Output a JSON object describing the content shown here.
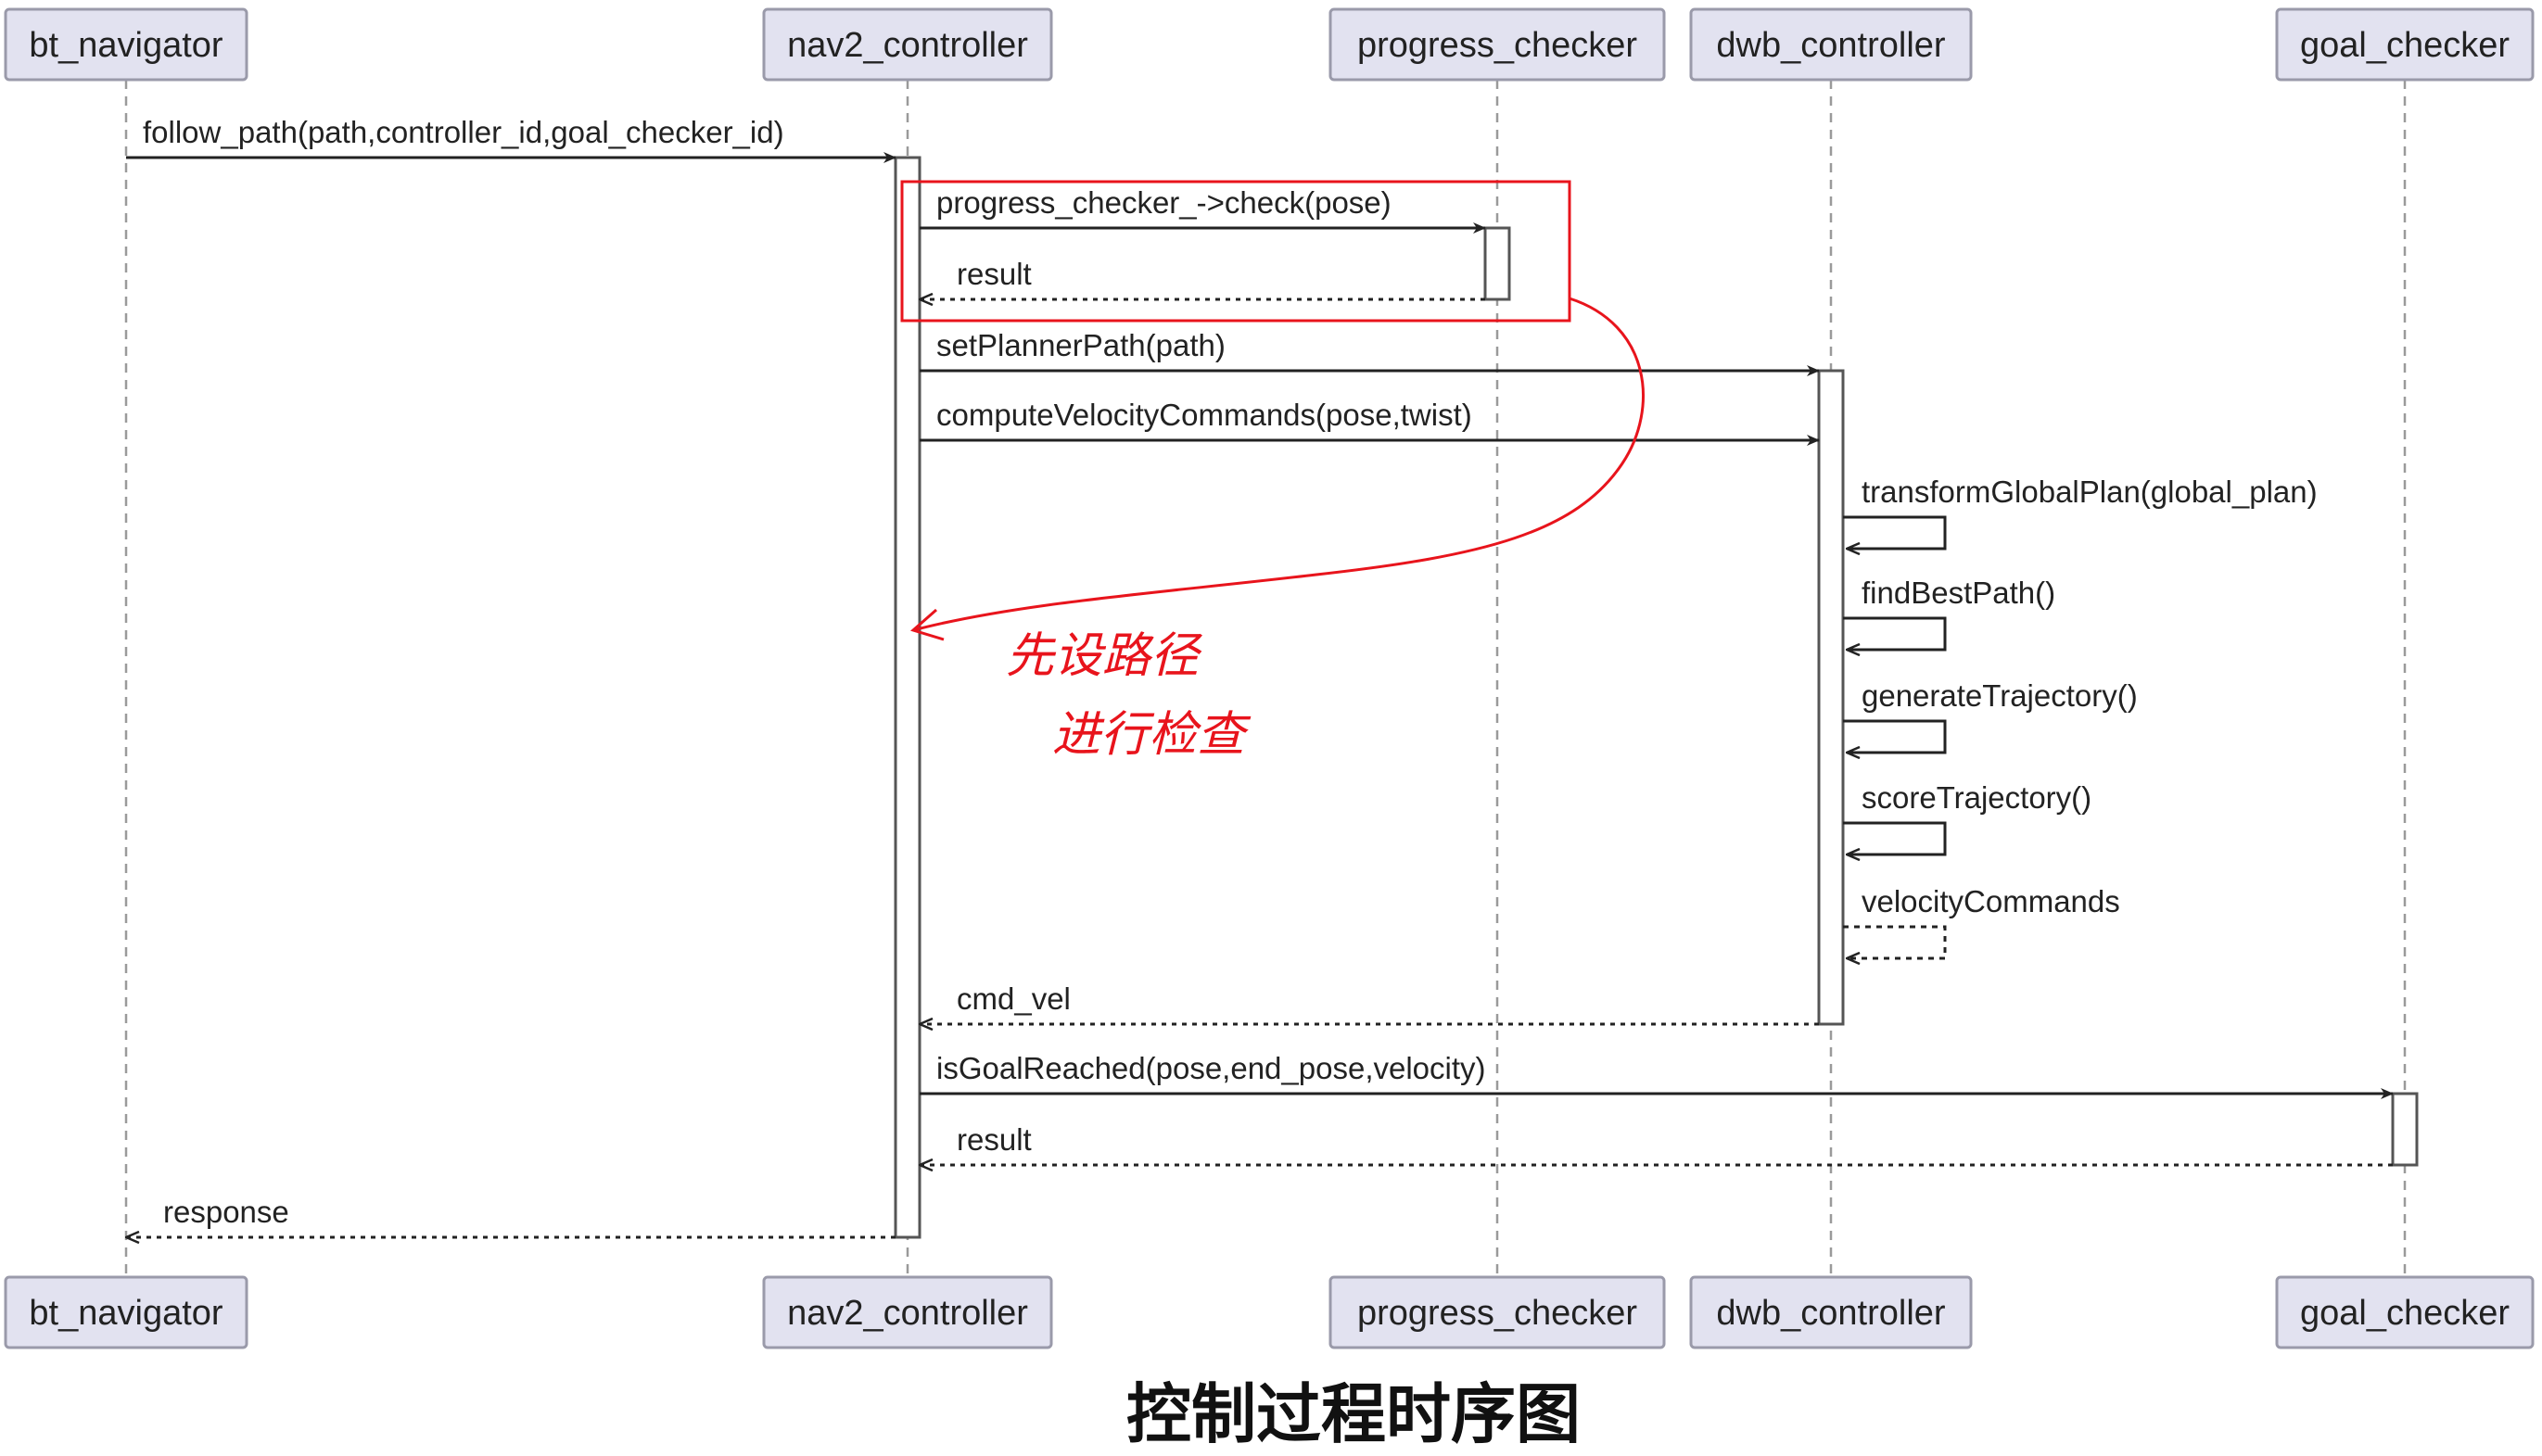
{
  "participants": [
    "bt_navigator",
    "nav2_controller",
    "progress_checker",
    "dwb_controller",
    "goal_checker"
  ],
  "messages": [
    {
      "from": 0,
      "to": 1,
      "label": "follow_path(path,controller_id,goal_checker_id)",
      "kind": "call"
    },
    {
      "from": 1,
      "to": 2,
      "label": "progress_checker_->check(pose)",
      "kind": "call"
    },
    {
      "from": 2,
      "to": 1,
      "label": "result",
      "kind": "return"
    },
    {
      "from": 1,
      "to": 3,
      "label": "setPlannerPath(path)",
      "kind": "call"
    },
    {
      "from": 1,
      "to": 3,
      "label": "computeVelocityCommands(pose,twist)",
      "kind": "call"
    },
    {
      "from": 3,
      "to": 3,
      "label": "transformGlobalPlan(global_plan)",
      "kind": "self"
    },
    {
      "from": 3,
      "to": 3,
      "label": "findBestPath()",
      "kind": "self"
    },
    {
      "from": 3,
      "to": 3,
      "label": "generateTrajectory()",
      "kind": "self"
    },
    {
      "from": 3,
      "to": 3,
      "label": "scoreTrajectory()",
      "kind": "self-return"
    },
    {
      "from": 3,
      "to": 3,
      "label": "velocityCommands",
      "kind": "self-return"
    },
    {
      "from": 3,
      "to": 1,
      "label": "cmd_vel",
      "kind": "return"
    },
    {
      "from": 1,
      "to": 4,
      "label": "isGoalReached(pose,end_pose,velocity)",
      "kind": "call"
    },
    {
      "from": 4,
      "to": 1,
      "label": "result",
      "kind": "return"
    },
    {
      "from": 1,
      "to": 0,
      "label": "response",
      "kind": "return"
    }
  ],
  "annotation": {
    "lines": [
      "先设路径",
      "进行检查"
    ],
    "color": "#e8141c"
  },
  "caption": "控制过程时序图",
  "colors": {
    "participant_fill": "#e2e2f0",
    "participant_border": "#9a9aaa",
    "lifeline": "#9a9a9a",
    "line": "#222222",
    "activation_fill": "#ffffff"
  }
}
